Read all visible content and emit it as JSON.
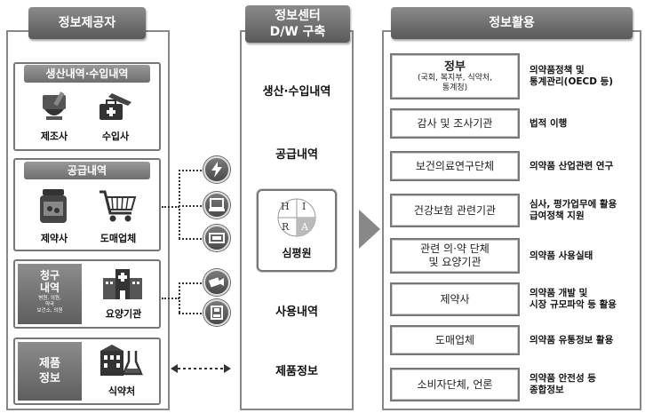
{
  "providers": {
    "header": "정보제공자",
    "production": {
      "title": "생산내역·수입내역",
      "items": [
        {
          "label": "제조사",
          "icon": "mortar-pestle-icon"
        },
        {
          "label": "수입사",
          "icon": "airplane-medkit-icon"
        }
      ]
    },
    "supply": {
      "title": "공급내역",
      "items": [
        {
          "label": "제약사",
          "icon": "medicine-jar-icon"
        },
        {
          "label": "도매업체",
          "icon": "shopping-cart-icon"
        }
      ]
    },
    "claims": {
      "title": "청구\n내역",
      "subtitle": "병원, 의원,\n약국\n보건소, 의원",
      "item": {
        "label": "요양기관",
        "icon": "hospital-building-icon"
      }
    },
    "product": {
      "title": "제품\n정보",
      "item": {
        "label": "식약처",
        "icon": "government-flask-icon"
      }
    },
    "channel_icons": [
      "lightning-icon",
      "computer-icon",
      "card-reader-icon",
      "camera-icon",
      "disk-icon"
    ]
  },
  "center": {
    "header": "정보센터\nD/W 구축",
    "rows": [
      "생산·수입내역",
      "공급내역",
      "사용내역",
      "제품정보"
    ],
    "hub": {
      "letters": [
        "H",
        "I",
        "R",
        "A"
      ],
      "label": "심평원"
    }
  },
  "usage": {
    "header": "정보활용",
    "entities": [
      {
        "name": "정부",
        "sub": "(국회, 복지부, 식약처,\n통계청)",
        "desc": "의약품정책 및\n통계관리(OECD 등)"
      },
      {
        "name": "감사 및 조사기관",
        "sub": "",
        "desc": "법적 이행"
      },
      {
        "name": "보건의료연구단체",
        "sub": "",
        "desc": "의약품 산업관련 연구"
      },
      {
        "name": "건강보험 관련기관",
        "sub": "",
        "desc": "심사, 평가업무에 활용\n급여정책 지원"
      },
      {
        "name": "관련 의·약 단체\n및 요양기관",
        "sub": "",
        "desc": "의약품 사용실태"
      },
      {
        "name": "제약사",
        "sub": "",
        "desc": "의약품 개발 및\n시장 규모파악 등 활용"
      },
      {
        "name": "도매업체",
        "sub": "",
        "desc": "의약품 유통정보 활용"
      },
      {
        "name": "소비자단체, 언론",
        "sub": "",
        "desc": "의약품 안전성 등\n종합정보"
      }
    ]
  }
}
